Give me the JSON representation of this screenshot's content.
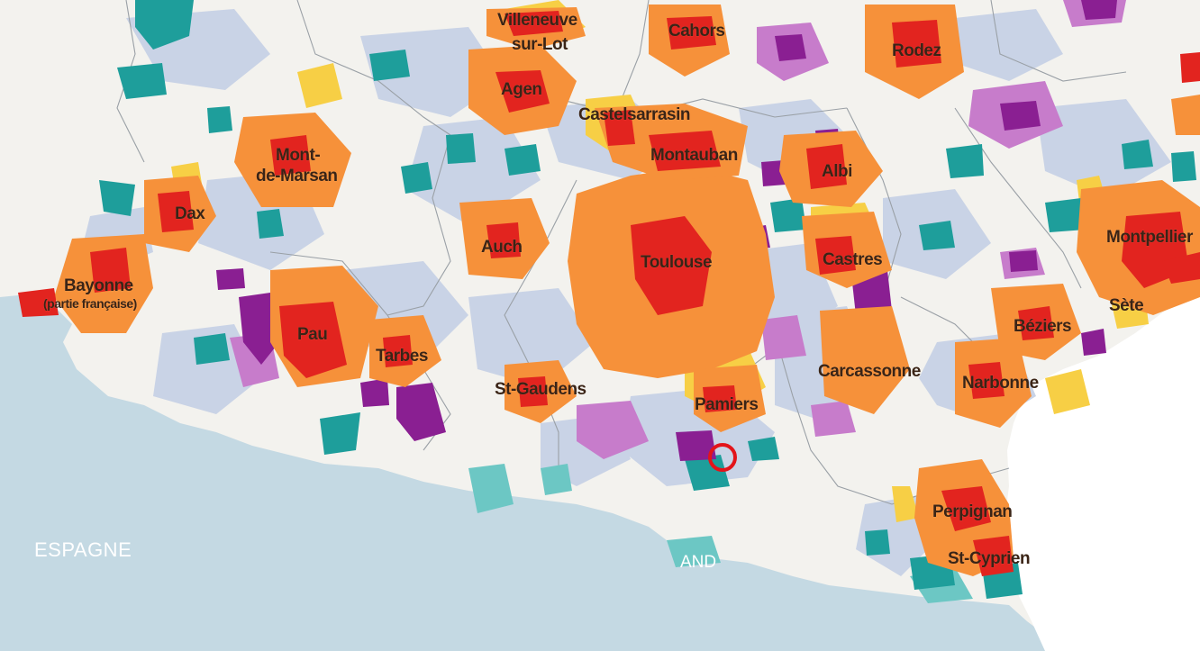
{
  "map": {
    "colors": {
      "sea": "#c4d9e3",
      "land": "#f3f2ee",
      "light_blue": "#c9d3e6",
      "teal": "#1e9e9b",
      "light_teal": "#6cc7c4",
      "purple": "#8a1f92",
      "light_purple": "#c77ccb",
      "yellow": "#f7cf45",
      "orange": "#f6913a",
      "red": "#e2241f",
      "marker": "#e3141a"
    },
    "country_labels": {
      "spain": "ESPAGNE",
      "andorra": "AND"
    },
    "cities": {
      "villeneuve_line1": "Villeneuve",
      "villeneuve_line2": "sur-Lot",
      "cahors": "Cahors",
      "rodez": "Rodez",
      "agen": "Agen",
      "castelsarrasin": "Castelsarrasin",
      "montauban": "Montauban",
      "mont_marsan_line1": "Mont-",
      "mont_marsan_line2": "de-Marsan",
      "albi": "Albi",
      "dax": "Dax",
      "auch": "Auch",
      "toulouse": "Toulouse",
      "castres": "Castres",
      "montpellier": "Montpellier",
      "bayonne_line1": "Bayonne",
      "bayonne_line2": "(partie française)",
      "sete": "Sète",
      "pau": "Pau",
      "tarbes": "Tarbes",
      "beziers": "Béziers",
      "carcassonne": "Carcassonne",
      "narbonne": "Narbonne",
      "st_gaudens": "St-Gaudens",
      "pamiers": "Pamiers",
      "perpignan": "Perpignan",
      "st_cyprien": "St-Cyprien"
    }
  }
}
